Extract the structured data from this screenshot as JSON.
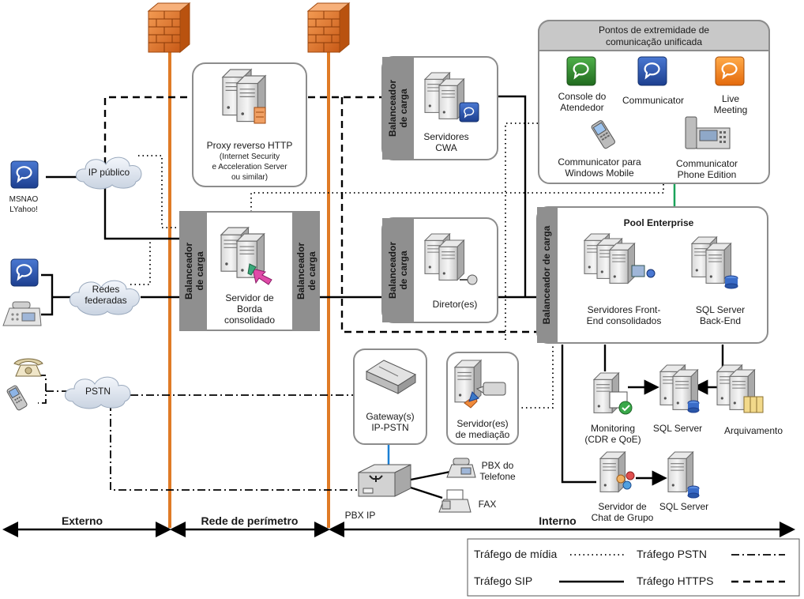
{
  "zones": {
    "external": "Externo",
    "perimeter": "Rede de perímetro",
    "internal": "Interno"
  },
  "endpoints": {
    "title_line1": "Pontos de extremidade de",
    "title_line2": "comunicação unificada",
    "console_line1": "Console do",
    "console_line2": "Atendedor",
    "communicator": "Communicator",
    "live_line1": "Live",
    "live_line2": "Meeting",
    "mobile_line1": "Communicator para",
    "mobile_line2": "Windows Mobile",
    "phone_line1": "Communicator",
    "phone_line2": "Phone Edition"
  },
  "proxy": {
    "title": "Proxy reverso HTTP",
    "sub_line1": "(Internet Security",
    "sub_line2": "e Acceleration Server",
    "sub_line3": "ou similar)"
  },
  "load_balancer": {
    "line1": "Balanceador",
    "line2": "de carga"
  },
  "cwa": {
    "line1": "Servidores",
    "line2": "CWA"
  },
  "edge": {
    "line1": "Servidor de",
    "line2": "Borda",
    "line3": "consolidado"
  },
  "director": {
    "label": "Diretor(es)"
  },
  "pool": {
    "title": "Pool Enterprise",
    "frontend_line1": "Servidores Front-",
    "frontend_line2": "End consolidados",
    "sql_line1": "SQL Server",
    "sql_line2": "Back-End"
  },
  "clouds": {
    "ip_public": "IP público",
    "federated_line1": "Redes",
    "federated_line2": "federadas",
    "pstn": "PSTN"
  },
  "external_clients": {
    "msn_line1": "MSNAO",
    "msn_line2": "LYahoo!"
  },
  "gateway": {
    "line1": "Gateway(s)",
    "line2": "IP-PSTN"
  },
  "mediation": {
    "line1": "Servidor(es)",
    "line2": "de mediação"
  },
  "pbx": {
    "label": "PBX IP",
    "phone_line1": "PBX do",
    "phone_line2": "Telefone",
    "fax": "FAX"
  },
  "monitoring": {
    "line1": "Monitoring",
    "line2": "(CDR e QoE)"
  },
  "sql_server": "SQL Server",
  "archiving": "Arquivamento",
  "group_chat": {
    "line1": "Servidor de",
    "line2": "Chat de Grupo"
  },
  "legend": {
    "media": "Tráfego de mídia",
    "pstn": "Tráfego PSTN",
    "sip": "Tráfego SIP",
    "https": "Tráfego HTTPS"
  },
  "colors": {
    "firewall_line": "#e07b26",
    "box_border": "#8c8c8c",
    "load_balancer": "#8f8f8f",
    "endpoint_header": "#c8c8c8",
    "pool_link": "#1aa35a",
    "gateway_link": "#1a7fd4"
  }
}
